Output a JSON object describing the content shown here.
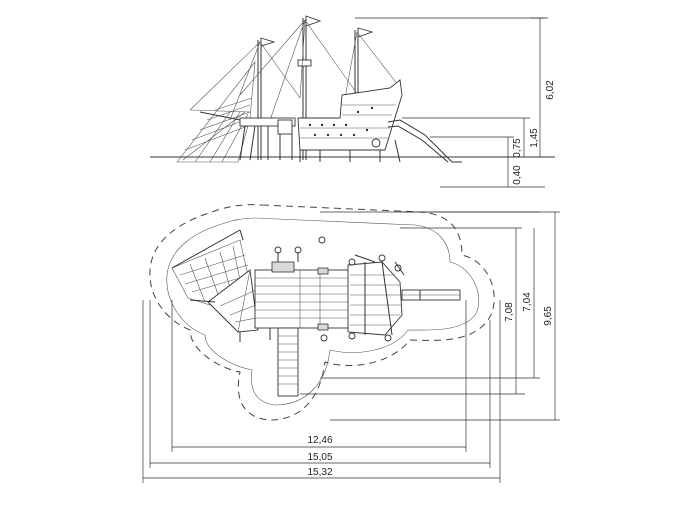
{
  "dimensions": {
    "side_height_total": "6,02",
    "side_height_platform_high": "1,45",
    "side_height_platform_low": "0,75",
    "side_depth_below": "0,40",
    "plan_width_structure": "12,46",
    "plan_width_safety_inner": "15,05",
    "plan_width_safety_outer": "15,32",
    "plan_depth_structure": "7,08",
    "plan_depth_safety_inner": "7,04",
    "plan_depth_safety_outer": "9,65"
  }
}
